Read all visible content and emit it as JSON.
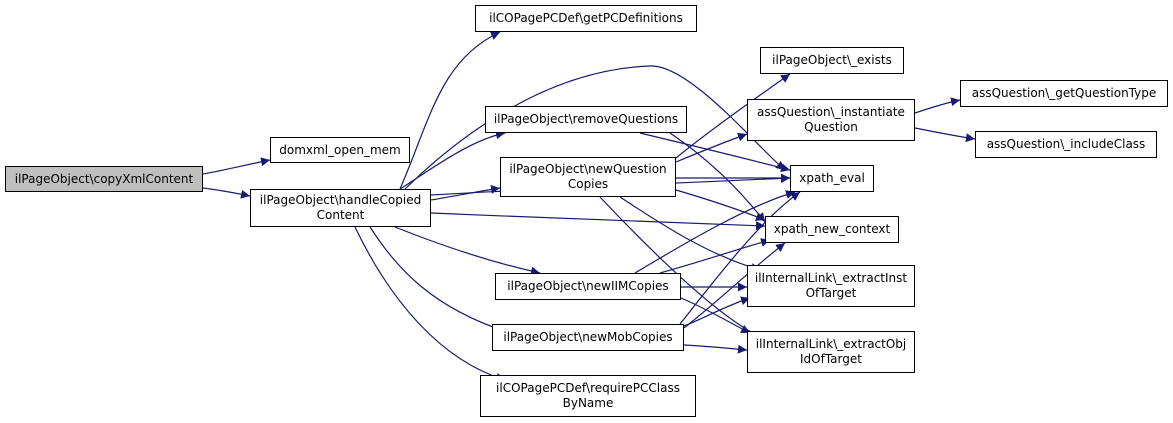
{
  "colors": {
    "edge": "#191970",
    "root_fill": "#bfbfbf",
    "node_fill": "#ffffff",
    "border": "#000000"
  },
  "nodes": {
    "copyXmlContent": {
      "lines": [
        "ilPageObject\\copyXmlContent"
      ]
    },
    "domxml_open_mem": {
      "lines": [
        "domxml_open_mem"
      ]
    },
    "handleCopiedContent": {
      "lines": [
        "ilPageObject\\handleCopied",
        "Content"
      ]
    },
    "getPCDefinitions": {
      "lines": [
        "ilCOPagePCDef\\getPCDefinitions"
      ]
    },
    "removeQuestions": {
      "lines": [
        "ilPageObject\\removeQuestions"
      ]
    },
    "newQuestionCopies": {
      "lines": [
        "ilPageObject\\newQuestion",
        "Copies"
      ]
    },
    "newIIMCopies": {
      "lines": [
        "ilPageObject\\newIIMCopies"
      ]
    },
    "newMobCopies": {
      "lines": [
        "ilPageObject\\newMobCopies"
      ]
    },
    "requirePCClassByName": {
      "lines": [
        "ilCOPagePCDef\\requirePCClass",
        "ByName"
      ]
    },
    "exists": {
      "lines": [
        "ilPageObject\\_exists"
      ]
    },
    "instantiateQuestion": {
      "lines": [
        "assQuestion\\_instantiate",
        "Question"
      ]
    },
    "xpath_eval": {
      "lines": [
        "xpath_eval"
      ]
    },
    "xpath_new_context": {
      "lines": [
        "xpath_new_context"
      ]
    },
    "extractInstOfTarget": {
      "lines": [
        "ilInternalLink\\_extractInst",
        "OfTarget"
      ]
    },
    "extractObjIdOfTarget": {
      "lines": [
        "ilInternalLink\\_extractObj",
        "IdOfTarget"
      ]
    },
    "getQuestionType": {
      "lines": [
        "assQuestion\\_getQuestionType"
      ]
    },
    "includeClass": {
      "lines": [
        "assQuestion\\_includeClass"
      ]
    }
  },
  "edges": [
    [
      "copyXmlContent",
      "domxml_open_mem"
    ],
    [
      "copyXmlContent",
      "handleCopiedContent"
    ],
    [
      "handleCopiedContent",
      "getPCDefinitions"
    ],
    [
      "handleCopiedContent",
      "exists"
    ],
    [
      "handleCopiedContent",
      "removeQuestions"
    ],
    [
      "handleCopiedContent",
      "newQuestionCopies"
    ],
    [
      "handleCopiedContent",
      "xpath_eval"
    ],
    [
      "handleCopiedContent",
      "xpath_new_context"
    ],
    [
      "handleCopiedContent",
      "newIIMCopies"
    ],
    [
      "handleCopiedContent",
      "newMobCopies"
    ],
    [
      "handleCopiedContent",
      "requirePCClassByName"
    ],
    [
      "removeQuestions",
      "xpath_eval"
    ],
    [
      "removeQuestions",
      "xpath_new_context"
    ],
    [
      "newQuestionCopies",
      "exists"
    ],
    [
      "newQuestionCopies",
      "instantiateQuestion"
    ],
    [
      "newQuestionCopies",
      "xpath_eval"
    ],
    [
      "newQuestionCopies",
      "xpath_new_context"
    ],
    [
      "newQuestionCopies",
      "extractInstOfTarget"
    ],
    [
      "newQuestionCopies",
      "extractObjIdOfTarget"
    ],
    [
      "instantiateQuestion",
      "getQuestionType"
    ],
    [
      "instantiateQuestion",
      "includeClass"
    ],
    [
      "newIIMCopies",
      "xpath_eval"
    ],
    [
      "newIIMCopies",
      "xpath_new_context"
    ],
    [
      "newIIMCopies",
      "extractInstOfTarget"
    ],
    [
      "newIIMCopies",
      "extractObjIdOfTarget"
    ],
    [
      "newMobCopies",
      "xpath_eval"
    ],
    [
      "newMobCopies",
      "xpath_new_context"
    ],
    [
      "newMobCopies",
      "extractInstOfTarget"
    ],
    [
      "newMobCopies",
      "extractObjIdOfTarget"
    ]
  ]
}
